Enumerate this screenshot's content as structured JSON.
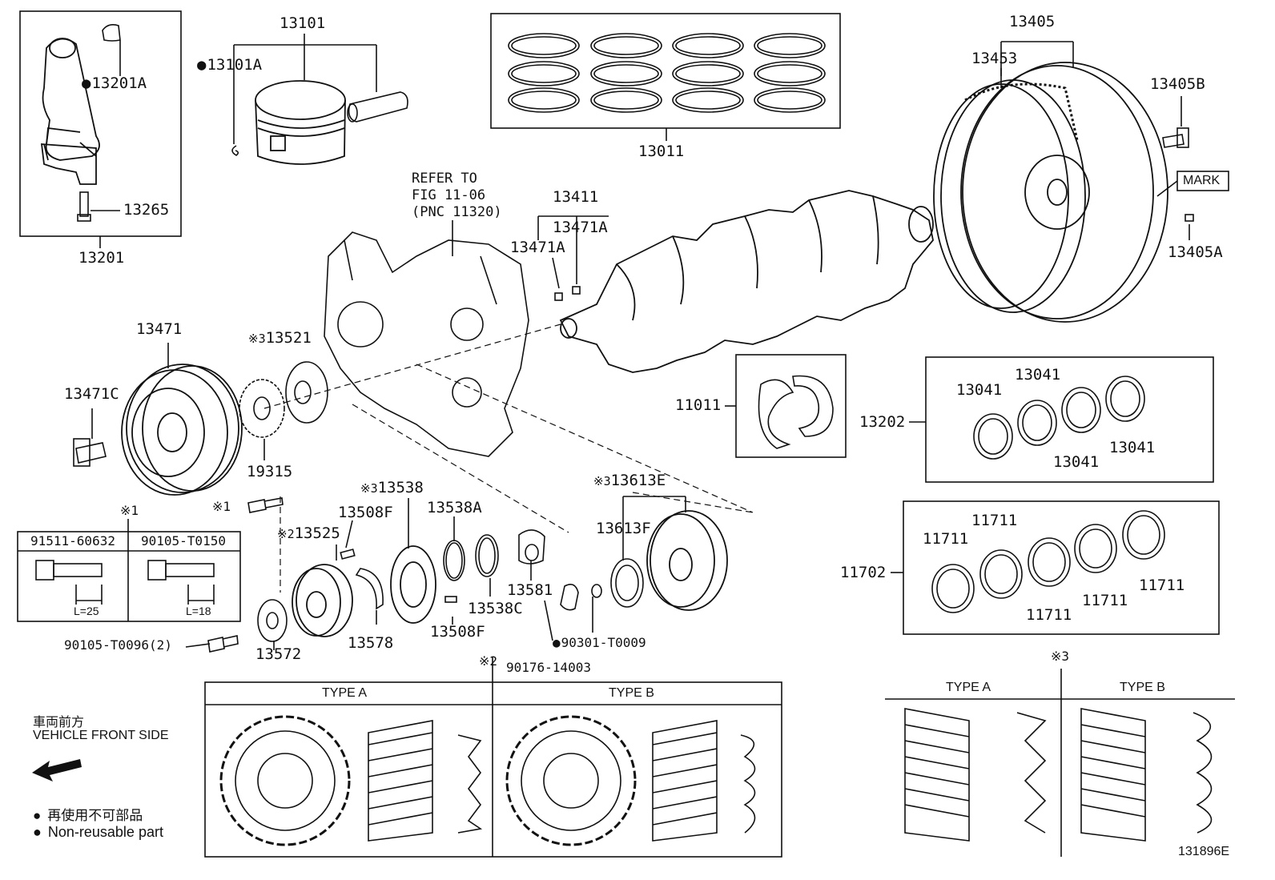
{
  "diagram_id": "131896E",
  "refer": {
    "line1": "REFER TO",
    "line2": "FIG 11-06",
    "line3": "(PNC 11320)"
  },
  "mark_label": "MARK",
  "parts": {
    "p13101": "13101",
    "p13101A": "13101A",
    "p13201A": "13201A",
    "p13265": "13265",
    "p13201": "13201",
    "p13011": "13011",
    "p13405": "13405",
    "p13453": "13453",
    "p13405B": "13405B",
    "p13405A": "13405A",
    "p13411": "13411",
    "p13471A_1": "13471A",
    "p13471A_2": "13471A",
    "p13471": "13471",
    "p13471C": "13471C",
    "p13521": "13521",
    "p19315": "19315",
    "p11011": "11011",
    "p13202": "13202",
    "p13041_a": "13041",
    "p13041_b": "13041",
    "p13041_c": "13041",
    "p13041_d": "13041",
    "p11702": "11702",
    "p11711_a": "11711",
    "p11711_b": "11711",
    "p11711_c": "11711",
    "p11711_d": "11711",
    "p11711_e": "11711",
    "p13538": "13538",
    "p13508F_1": "13508F",
    "p13538A": "13538A",
    "p13613E": "13613E",
    "p13613F": "13613F",
    "p13525": "13525",
    "p13581": "13581",
    "p13538C": "13538C",
    "p13508F_2": "13508F",
    "p13578": "13578",
    "p13572": "13572",
    "p90105_T0096": "90105-T0096(2)",
    "p90301_T0009": "90301-T0009",
    "p90176_14003": "90176-14003"
  },
  "notes": {
    "n1": "※1",
    "n2": "※2",
    "n3": "※3"
  },
  "bolt_table": {
    "col1": "91511-60632",
    "col2": "90105-T0150",
    "len1": "L=25",
    "len2": "L=18"
  },
  "type_labels": {
    "a": "TYPE A",
    "b": "TYPE B"
  },
  "legend": {
    "front_jp": "車両前方",
    "front_en": "VEHICLE FRONT SIDE",
    "nonreuse_jp": "再使用不可部品",
    "nonreuse_en": "Non-reusable part"
  }
}
